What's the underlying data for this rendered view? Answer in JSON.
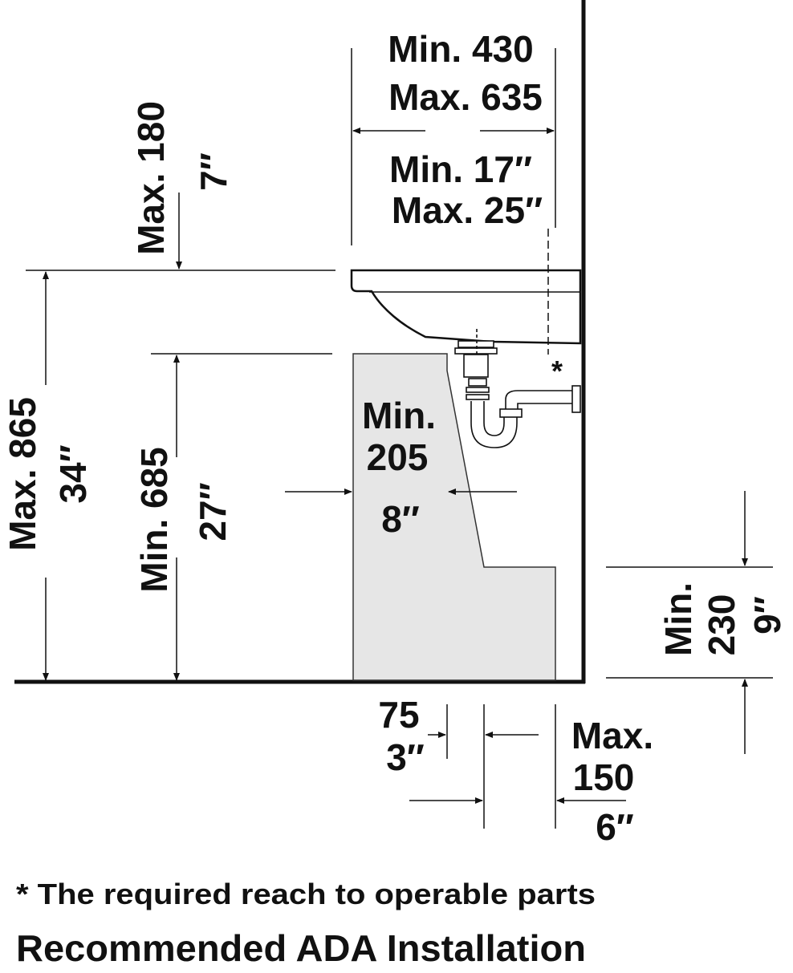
{
  "labels": {
    "top_metric_min": "Min. 430",
    "top_metric_max": "Max. 635",
    "top_imperial_min": "Min. 17″",
    "top_imperial_max": "Max. 25″",
    "gap_metric": "Max. 180",
    "gap_imperial": "7″",
    "overall_metric": "Max. 865",
    "overall_imperial": "34″",
    "knee_metric": "Min. 685",
    "knee_imperial": "27″",
    "depth_min_word": "Min.",
    "depth_metric": "205",
    "depth_imperial": "8″",
    "toe_metric_word": "Min.",
    "toe_metric": "230",
    "toe_imperial": "9″",
    "recess_metric": "75",
    "recess_imperial": "3″",
    "wall_max_word": "Max.",
    "wall_metric": "150",
    "wall_imperial": "6″",
    "asterisk": "*"
  },
  "footnote": "* The required reach to operable parts",
  "caption": "Recommended ADA Installation"
}
